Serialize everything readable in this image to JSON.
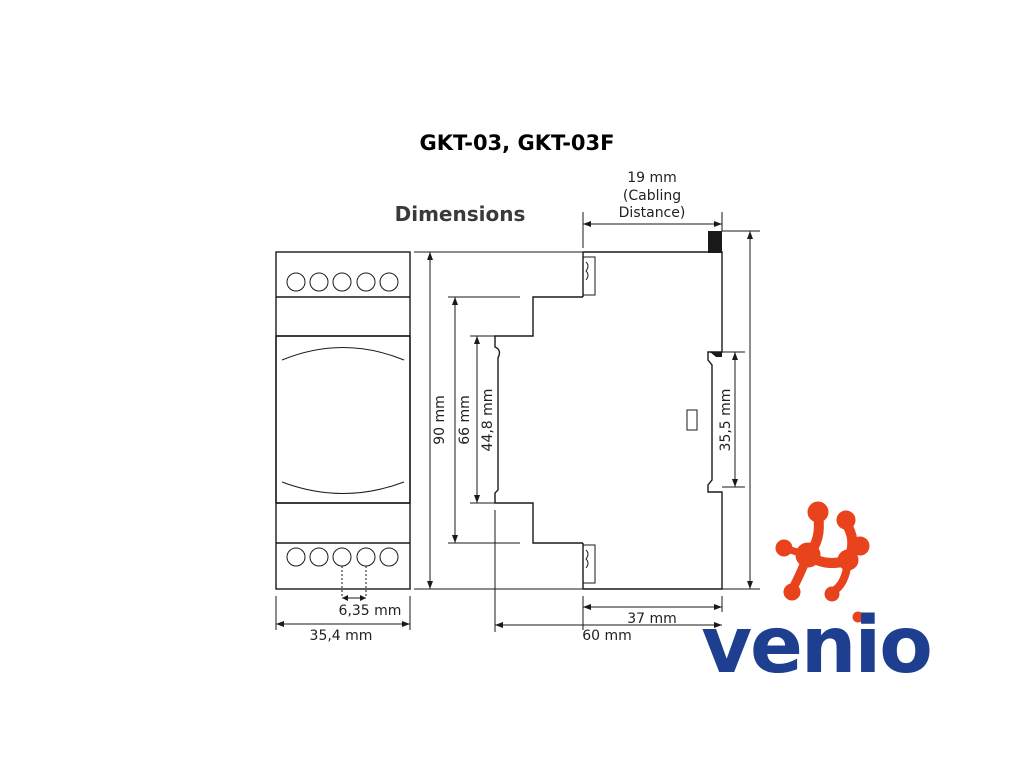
{
  "title": "GKT-03, GKT-03F",
  "heading": "Dimensions",
  "dimensions": {
    "height_total": "90 mm",
    "height_mid": "66 mm",
    "height_rail": "44,8 mm",
    "width_front": "35,4 mm",
    "terminal_pitch": "6,35 mm",
    "depth_37": "37 mm",
    "depth_60": "60 mm",
    "rail_35": "35,5 mm",
    "cabling_line1": "19 mm",
    "cabling_line2": "(Cabling",
    "cabling_line3": "Distance)"
  },
  "logo": {
    "text": "venio",
    "colors": {
      "blue": "#1e3f8f",
      "orange": "#e8431c"
    }
  }
}
